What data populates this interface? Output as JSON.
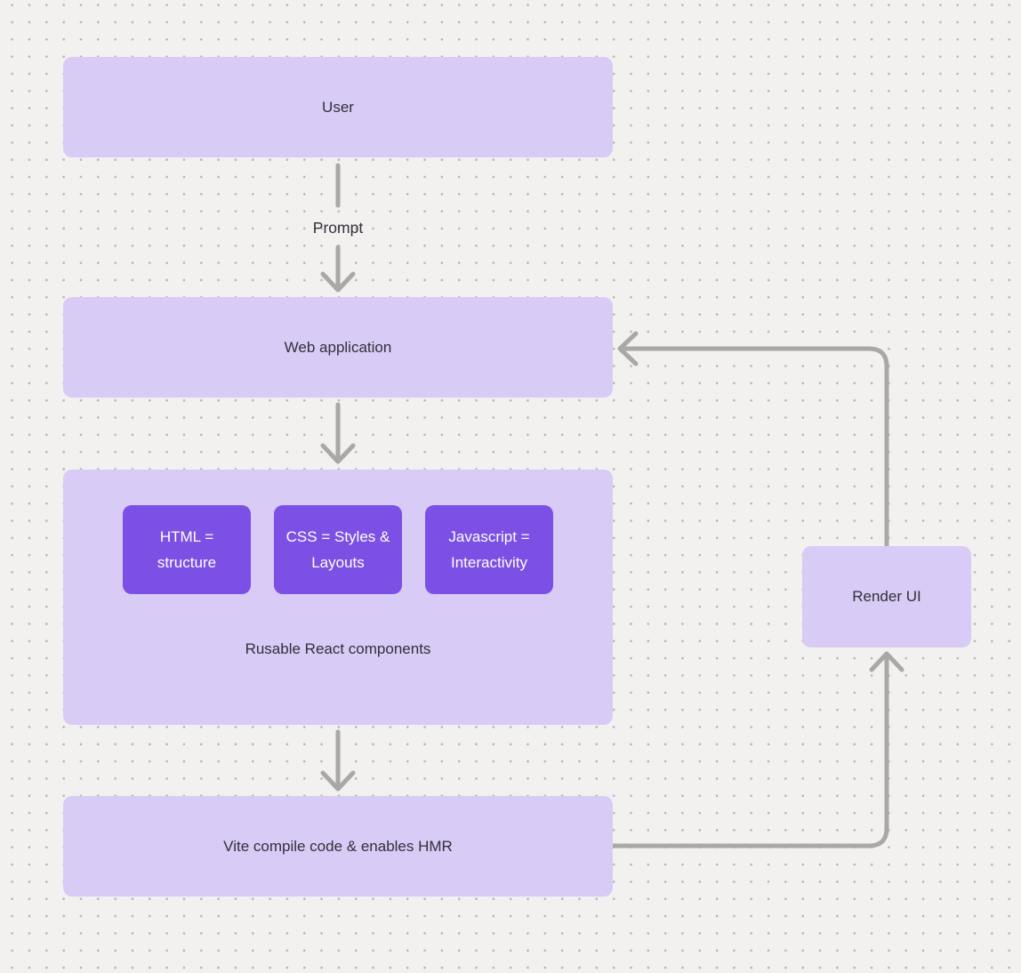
{
  "diagram": {
    "nodes": {
      "user": {
        "label": "User"
      },
      "web_application": {
        "label": "Web application"
      },
      "react_components": {
        "label": "Rusable React components",
        "children": [
          {
            "id": "html",
            "label": "HTML = structure"
          },
          {
            "id": "css",
            "label": "CSS = Styles & Layouts"
          },
          {
            "id": "javascript",
            "label": "Javascript = Interactivity"
          }
        ]
      },
      "vite": {
        "label": "Vite compile code & enables HMR"
      },
      "render_ui": {
        "label": "Render UI"
      }
    },
    "edges": [
      {
        "from": "user",
        "to": "web_application",
        "label": "Prompt"
      },
      {
        "from": "web_application",
        "to": "react_components",
        "label": ""
      },
      {
        "from": "react_components",
        "to": "vite",
        "label": ""
      },
      {
        "from": "vite",
        "to": "render_ui",
        "label": ""
      },
      {
        "from": "render_ui",
        "to": "web_application",
        "label": ""
      }
    ],
    "colors": {
      "background": "#f2f1f0",
      "dot": "#b9b7b5",
      "node_light": "#d8cbf6",
      "node_dark": "#7c50e4",
      "text_dark": "#332f38",
      "text_light": "#ffffff",
      "connector": "#a9a8a6"
    }
  }
}
